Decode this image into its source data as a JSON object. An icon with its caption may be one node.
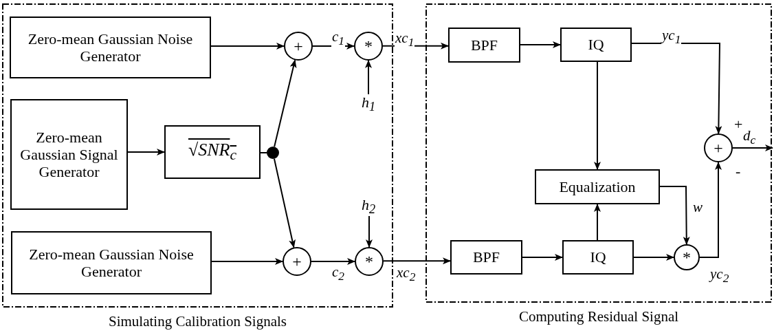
{
  "diagram": {
    "nodes": [
      {
        "text": [
          "Simulating Calibration Signals"
        ]
      },
      {
        "text": [
          "Zero-mean Gaussian Noise Generator"
        ],
        "in": 0
      },
      {
        "text": [
          "Zero-mean Gaussian Signal Generator"
        ],
        "in": 0
      },
      {
        "text": [
          "√SNR$_{c}$"
        ],
        "in": 0
      },
      {
        "text": [],
        "shape": "circle",
        "in": 0
      },
      {
        "text": [
          "+"
        ],
        "in": 0
      },
      {
        "text": [
          "*"
        ],
        "in": 0
      },
      {
        "text": [
          "+"
        ],
        "in": 0
      },
      {
        "text": [
          "*"
        ],
        "in": 0
      },
      {
        "text": [
          "Zero-mean Gaussian Noise Generator"
        ],
        "in": 0
      },
      {
        "text": [
          "h$_{1}$"
        ],
        "in": 0
      },
      {
        "text": [
          "h$_{2}$"
        ],
        "in": 0
      },
      {
        "text": [
          "Computing Residual Signal"
        ]
      },
      {
        "text": [
          "BPF"
        ],
        "in": 12
      },
      {
        "text": [
          "IQ"
        ],
        "in": 12
      },
      {
        "text": [
          "Equalization"
        ],
        "in": 12
      },
      {
        "text": [
          "BPF"
        ],
        "in": 12
      },
      {
        "text": [
          "IQ"
        ],
        "in": 12
      },
      {
        "text": [
          "*"
        ],
        "in": 12
      },
      {
        "text": [
          "+"
        ],
        "in": 12
      }
    ],
    "edges": [
      {
        "from": 1,
        "to": 5,
        "arrow": "to"
      },
      {
        "from": 2,
        "to": 3,
        "arrow": "to"
      },
      {
        "from": 3,
        "to": 4,
        "arrow": "none"
      },
      {
        "from": 4,
        "to": 5,
        "arrow": "to"
      },
      {
        "from": 4,
        "to": 7,
        "arrow": "to"
      },
      {
        "from": 9,
        "to": 7,
        "arrow": "to"
      },
      {
        "from": 5,
        "to": 6,
        "arrow": "to",
        "label": "c$_{1}$"
      },
      {
        "from": 7,
        "to": 8,
        "arrow": "to",
        "label": "c$_{2}$"
      },
      {
        "from": 10,
        "to": 6,
        "arrow": "to"
      },
      {
        "from": 11,
        "to": 8,
        "arrow": "to"
      },
      {
        "from": 6,
        "to": 13,
        "arrow": "to",
        "label": "xc$_{1}$"
      },
      {
        "from": 8,
        "to": 16,
        "arrow": "to",
        "label": "xc$_{2}$"
      },
      {
        "from": 13,
        "to": 14,
        "arrow": "to"
      },
      {
        "from": 16,
        "to": 17,
        "arrow": "to"
      },
      {
        "from": 14,
        "to": 15,
        "arrow": "to"
      },
      {
        "from": 17,
        "to": 15,
        "arrow": "to"
      },
      {
        "from": 14,
        "to": 19,
        "arrow": "to",
        "label": "yc$_{1}$"
      },
      {
        "from": 15,
        "to": 18,
        "arrow": "to",
        "label": "w"
      },
      {
        "from": 17,
        "to": 18,
        "arrow": "to"
      },
      {
        "from": 18,
        "to": 19,
        "arrow": "to",
        "label": "yc$_{2}$"
      },
      {
        "from": 19,
        "to": null,
        "arrow": "to",
        "label": "d$_{c}$"
      }
    ],
    "labels": [
      "+",
      "-"
    ]
  }
}
